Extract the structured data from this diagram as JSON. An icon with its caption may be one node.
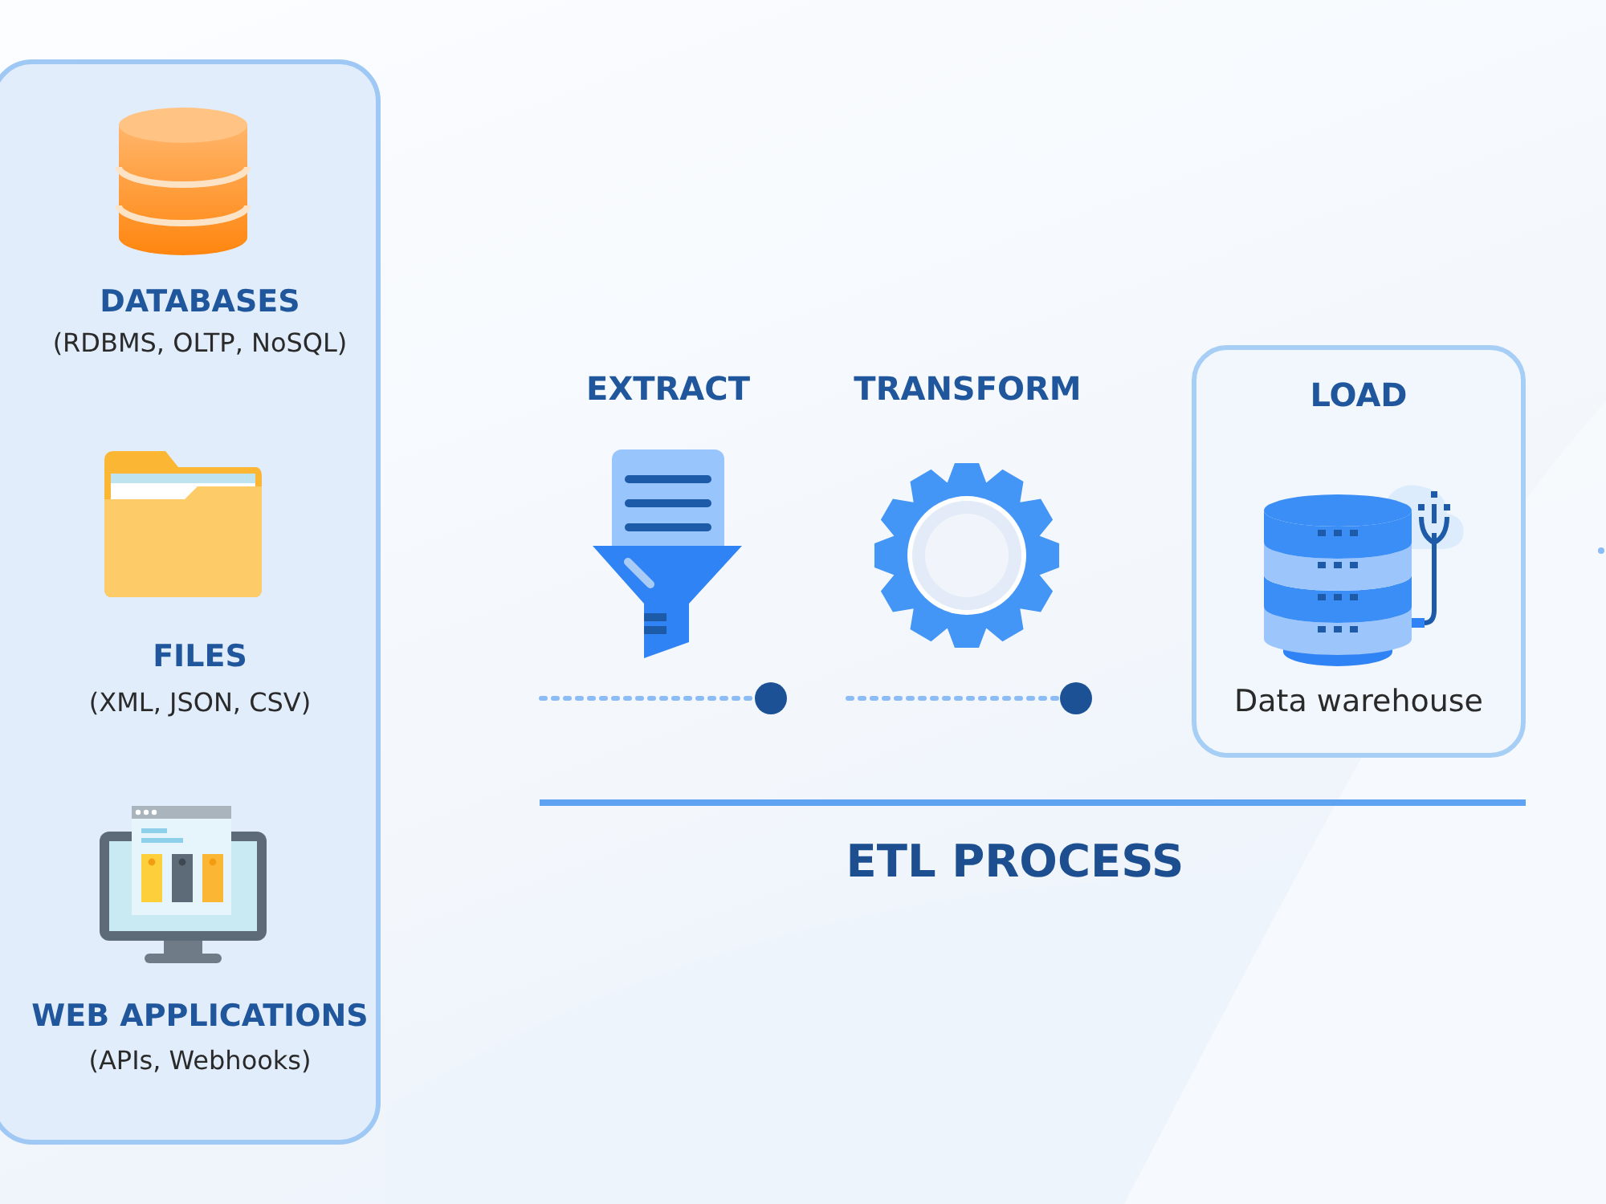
{
  "diagram": {
    "nodes": [
      {
        "text": [],
        "shape": "box"
      },
      {
        "text": [
          "DATABASES",
          "(RDBMS, OLTP, NoSQL)"
        ],
        "in": 0
      },
      {
        "text": [
          "FILES",
          "(XML, JSON, CSV)"
        ],
        "in": 0
      },
      {
        "text": [
          "WEB APPLICATIONS",
          "(APIs, Webhooks)"
        ],
        "in": 0
      },
      {
        "text": [
          "EXTRACT"
        ]
      },
      {
        "text": [
          "TRANSFORM"
        ]
      },
      {
        "text": [
          "LOAD",
          "Data warehouse"
        ]
      }
    ],
    "labels": [
      "ETL PROCESS"
    ]
  }
}
